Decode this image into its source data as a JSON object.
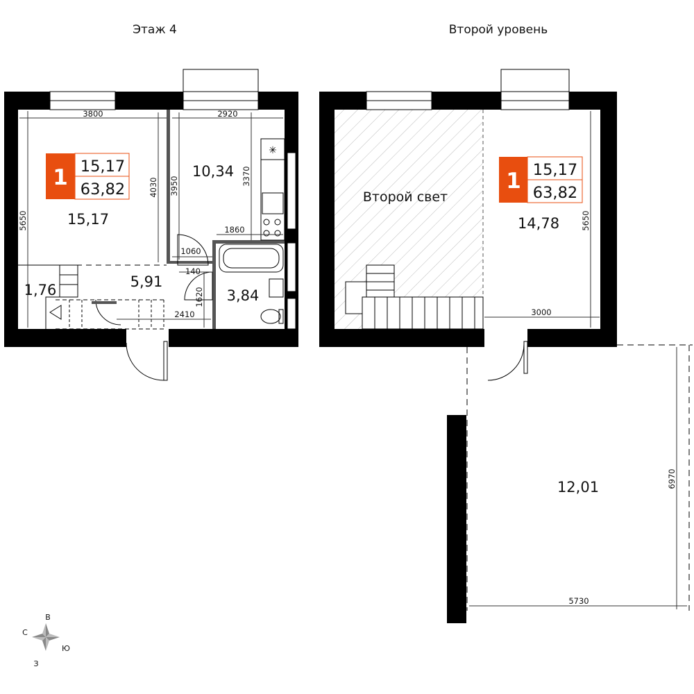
{
  "titles": {
    "floor_4": "Этаж 4",
    "second_level": "Второй уровень"
  },
  "colors": {
    "wall": "#000000",
    "badge": "#e84e0f",
    "dim_line": "#333333",
    "hatch": "#bbbbbb"
  },
  "badge_left": {
    "rooms": "1",
    "living_area": "15,17",
    "total_area": "63,82"
  },
  "badge_right": {
    "rooms": "1",
    "living_area": "15,17",
    "total_area": "63,82"
  },
  "areas": {
    "living_room": "15,17",
    "kitchen": "10,34",
    "hall": "5,91",
    "bathroom": "3,84",
    "stair_room": "1,76",
    "bedroom": "14,78",
    "terrace": "12,01"
  },
  "labels": {
    "second_light": "Второй свет"
  },
  "dimensions": {
    "d3800": "3800",
    "d2920": "2920",
    "d5650_left": "5650",
    "d4030": "4030",
    "d3950": "3950",
    "d3370": "3370",
    "d1860": "1860",
    "d1060": "1060",
    "d140": "140",
    "d1620": "1620",
    "d2410": "2410",
    "d3000": "3000",
    "d5650_right": "5650",
    "d6970": "6970",
    "d5730": "5730"
  },
  "compass": {
    "north": "С",
    "east": "В",
    "south": "Ю",
    "west": "З"
  }
}
